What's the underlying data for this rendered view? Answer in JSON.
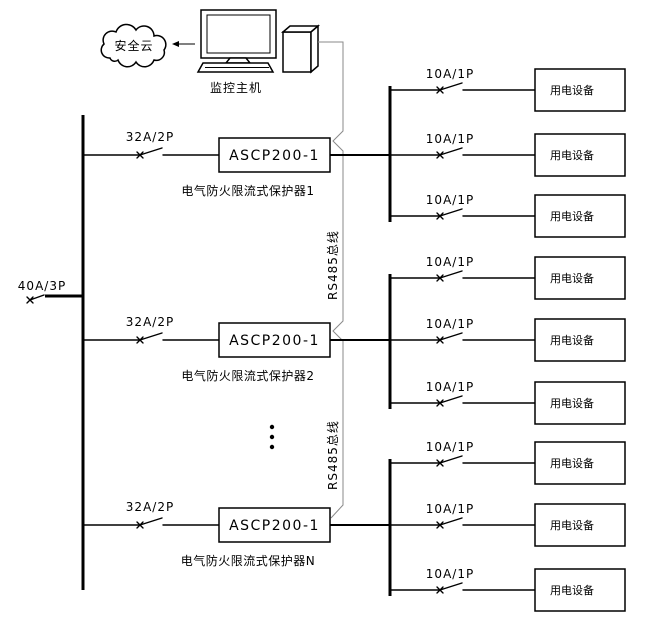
{
  "monitoring": {
    "cloud_label": "安全云",
    "host_label": "监控主机"
  },
  "main_breaker": {
    "rating": "40A/3P"
  },
  "rs485_labels": [
    "RS485总线",
    "RS485总线"
  ],
  "groups": [
    {
      "breaker": "32A/2P",
      "protector_model": "ASCP200-1",
      "protector_name": "电气防火限流式保护器1",
      "outputs": [
        {
          "breaker": "10A/1P",
          "device": "用电设备"
        },
        {
          "breaker": "10A/1P",
          "device": "用电设备"
        },
        {
          "breaker": "10A/1P",
          "device": "用电设备"
        }
      ]
    },
    {
      "breaker": "32A/2P",
      "protector_model": "ASCP200-1",
      "protector_name": "电气防火限流式保护器2",
      "outputs": [
        {
          "breaker": "10A/1P",
          "device": "用电设备"
        },
        {
          "breaker": "10A/1P",
          "device": "用电设备"
        },
        {
          "breaker": "10A/1P",
          "device": "用电设备"
        }
      ]
    },
    {
      "breaker": "32A/2P",
      "protector_model": "ASCP200-1",
      "protector_name": "电气防火限流式保护器N",
      "outputs": [
        {
          "breaker": "10A/1P",
          "device": "用电设备"
        },
        {
          "breaker": "10A/1P",
          "device": "用电设备"
        },
        {
          "breaker": "10A/1P",
          "device": "用电设备"
        }
      ]
    }
  ],
  "colors": {
    "line": "#000000",
    "comm_bus": "#8a8a8a",
    "background": "#ffffff"
  }
}
